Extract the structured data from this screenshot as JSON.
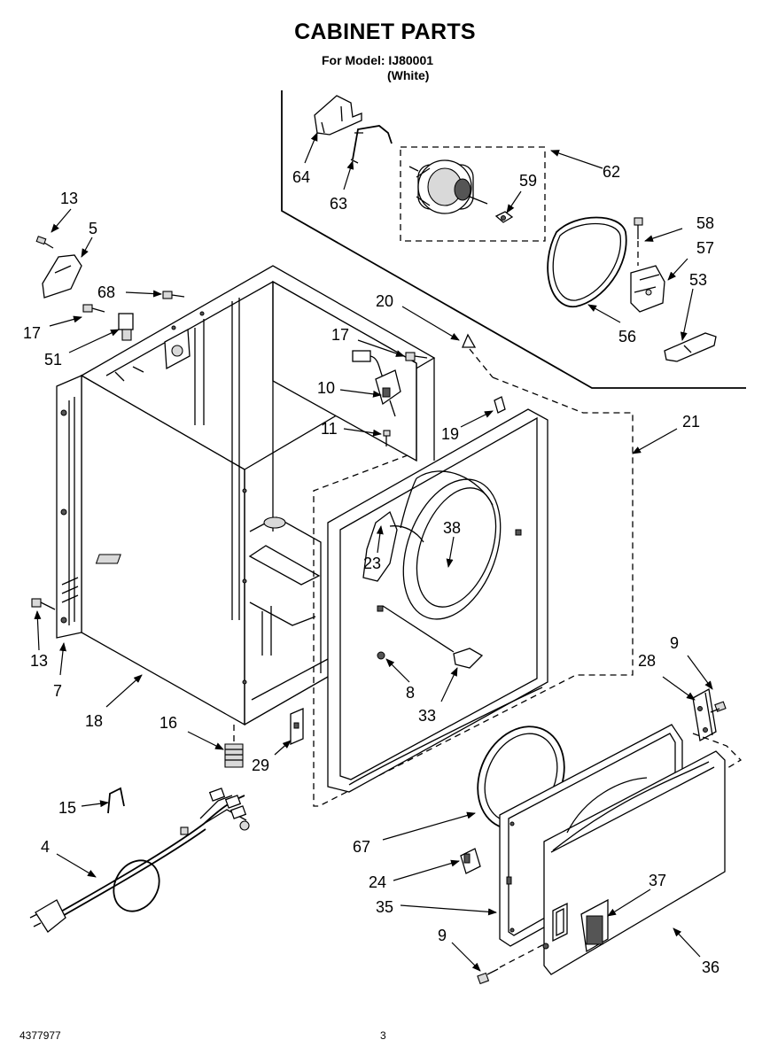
{
  "header": {
    "title": "CABINET PARTS",
    "model_line": "For Model: IJ80001",
    "color_line": "(White)"
  },
  "footer": {
    "doc_number": "4377977",
    "page_number": "3"
  },
  "callouts": {
    "c13a": "13",
    "c5": "5",
    "c68": "68",
    "c17a": "17",
    "c51": "51",
    "c64": "64",
    "c63": "63",
    "c62": "62",
    "c59": "59",
    "c58": "58",
    "c57": "57",
    "c53": "53",
    "c56": "56",
    "c20": "20",
    "c17b": "17",
    "c10": "10",
    "c11": "11",
    "c19": "19",
    "c21": "21",
    "c38": "38",
    "c23": "23",
    "c8": "8",
    "c33": "33",
    "c13b": "13",
    "c7": "7",
    "c18": "18",
    "c16": "16",
    "c29": "29",
    "c9a": "9",
    "c28": "28",
    "c15": "15",
    "c4": "4",
    "c67": "67",
    "c24": "24",
    "c35": "35",
    "c9b": "9",
    "c37": "37",
    "c36": "36"
  }
}
